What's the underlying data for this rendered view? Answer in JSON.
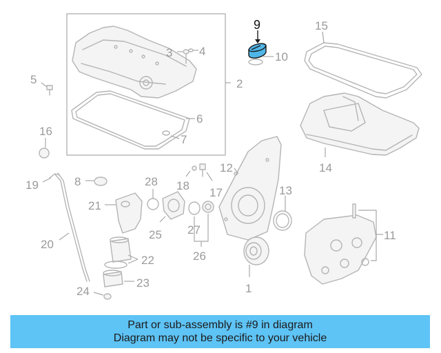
{
  "highlight_color": "#5ec3f5",
  "highlighted_part": "9",
  "labels": {
    "p1": "1",
    "p2": "2",
    "p3": "3",
    "p4": "4",
    "p5": "5",
    "p6": "6",
    "p7": "7",
    "p8": "8",
    "p9": "9",
    "p10": "10",
    "p11": "11",
    "p12": "12",
    "p13": "13",
    "p14": "14",
    "p15": "15",
    "p16": "16",
    "p17": "17",
    "p18": "18",
    "p19": "19",
    "p20": "20",
    "p21": "21",
    "p22": "22",
    "p23": "23",
    "p24": "24",
    "p25": "25",
    "p26": "26",
    "p27": "27",
    "p28": "28"
  },
  "banner": {
    "line1": "Part or sub-assembly is #9 in diagram",
    "line2": "Diagram may not be specific to your vehicle"
  }
}
